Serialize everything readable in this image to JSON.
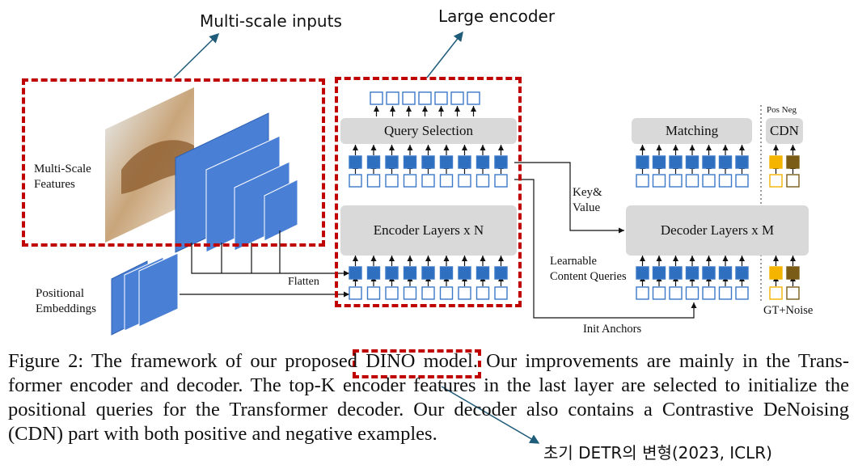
{
  "annotations": {
    "multiscale_inputs": "Multi-scale inputs",
    "large_encoder": "Large encoder",
    "korean_note": "초기 DETR의 변형(2023, ICLR)"
  },
  "diagram": {
    "multi_scale_features": [
      "Multi-Scale",
      "Features"
    ],
    "positional_embeddings": [
      "Positional",
      "Embeddings"
    ],
    "flatten": "Flatten",
    "query_selection": "Query Selection",
    "encoder_layers": "Encoder Layers x N",
    "key_value": [
      "Key&",
      "Value"
    ],
    "matching": "Matching",
    "cdn": "CDN",
    "pos_neg": "Pos Neg",
    "decoder_layers": "Decoder Layers x M",
    "learnable_queries": [
      "Learnable",
      "Content Queries"
    ],
    "gt_noise": "GT+Noise",
    "init_anchors": "Init Anchors"
  },
  "caption": {
    "line1_a": "Figure 2: The framework of our proposed ",
    "line1_b": "DINO model.",
    "line1_c": " Our improvements are mainly in the Trans-",
    "line2": "former encoder and decoder. The top-K encoder features in the last layer are selected to initialize the",
    "line3": "positional queries for the Transformer decoder. Our decoder also contains a Contrastive DeNoising",
    "line4": "(CDN) part with both positive and negative examples."
  },
  "colors": {
    "accent_red": "#c00000",
    "token_blue": "#2e6fbf",
    "token_outline": "#3b78c8",
    "gold": "#f5b400",
    "brown": "#7a5c16",
    "arrow_teal": "#1f5c7a"
  }
}
